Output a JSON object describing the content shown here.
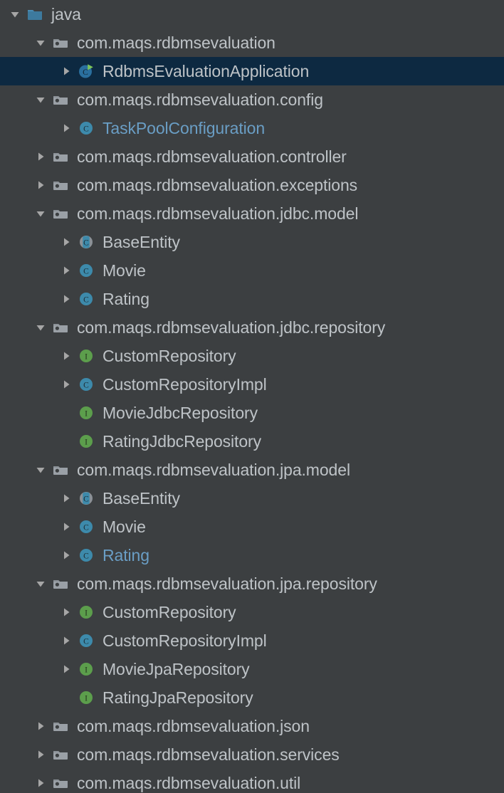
{
  "panel": {
    "name": "project-tree",
    "background": "#3c3f41",
    "selected_background": "#0d2941",
    "text_color": "#bec3c7",
    "modified_text_color": "#6a9ec5"
  },
  "tree": {
    "rows": [
      {
        "label": "java",
        "icon": "source-folder-icon",
        "twisty": "expanded",
        "depth": 0,
        "selected": false,
        "color": "normal"
      },
      {
        "label": "com.maqs.rdbmsevaluation",
        "icon": "package-icon",
        "twisty": "expanded",
        "depth": 1,
        "selected": false,
        "color": "normal"
      },
      {
        "label": "RdbmsEvaluationApplication",
        "icon": "runnable-class-icon",
        "twisty": "collapsed",
        "depth": 2,
        "selected": true,
        "color": "normal"
      },
      {
        "label": "com.maqs.rdbmsevaluation.config",
        "icon": "package-icon",
        "twisty": "expanded",
        "depth": 1,
        "selected": false,
        "color": "normal"
      },
      {
        "label": "TaskPoolConfiguration",
        "icon": "class-icon",
        "twisty": "collapsed",
        "depth": 2,
        "selected": false,
        "color": "blue"
      },
      {
        "label": "com.maqs.rdbmsevaluation.controller",
        "icon": "package-icon",
        "twisty": "collapsed",
        "depth": 1,
        "selected": false,
        "color": "normal"
      },
      {
        "label": "com.maqs.rdbmsevaluation.exceptions",
        "icon": "package-icon",
        "twisty": "collapsed",
        "depth": 1,
        "selected": false,
        "color": "normal"
      },
      {
        "label": "com.maqs.rdbmsevaluation.jdbc.model",
        "icon": "package-icon",
        "twisty": "expanded",
        "depth": 1,
        "selected": false,
        "color": "normal"
      },
      {
        "label": "BaseEntity",
        "icon": "abstract-class-icon",
        "twisty": "collapsed",
        "depth": 2,
        "selected": false,
        "color": "normal"
      },
      {
        "label": "Movie",
        "icon": "class-icon",
        "twisty": "collapsed",
        "depth": 2,
        "selected": false,
        "color": "normal"
      },
      {
        "label": "Rating",
        "icon": "class-icon",
        "twisty": "collapsed",
        "depth": 2,
        "selected": false,
        "color": "normal"
      },
      {
        "label": "com.maqs.rdbmsevaluation.jdbc.repository",
        "icon": "package-icon",
        "twisty": "expanded",
        "depth": 1,
        "selected": false,
        "color": "normal"
      },
      {
        "label": "CustomRepository",
        "icon": "interface-icon",
        "twisty": "collapsed",
        "depth": 2,
        "selected": false,
        "color": "normal"
      },
      {
        "label": "CustomRepositoryImpl",
        "icon": "class-icon",
        "twisty": "collapsed",
        "depth": 2,
        "selected": false,
        "color": "normal"
      },
      {
        "label": "MovieJdbcRepository",
        "icon": "interface-icon",
        "twisty": "none",
        "depth": 2,
        "selected": false,
        "color": "normal"
      },
      {
        "label": "RatingJdbcRepository",
        "icon": "interface-icon",
        "twisty": "none",
        "depth": 2,
        "selected": false,
        "color": "normal"
      },
      {
        "label": "com.maqs.rdbmsevaluation.jpa.model",
        "icon": "package-icon",
        "twisty": "expanded",
        "depth": 1,
        "selected": false,
        "color": "normal"
      },
      {
        "label": "BaseEntity",
        "icon": "abstract-class-icon",
        "twisty": "collapsed",
        "depth": 2,
        "selected": false,
        "color": "normal"
      },
      {
        "label": "Movie",
        "icon": "class-icon",
        "twisty": "collapsed",
        "depth": 2,
        "selected": false,
        "color": "normal"
      },
      {
        "label": "Rating",
        "icon": "class-icon",
        "twisty": "collapsed",
        "depth": 2,
        "selected": false,
        "color": "blue"
      },
      {
        "label": "com.maqs.rdbmsevaluation.jpa.repository",
        "icon": "package-icon",
        "twisty": "expanded",
        "depth": 1,
        "selected": false,
        "color": "normal"
      },
      {
        "label": "CustomRepository",
        "icon": "interface-icon",
        "twisty": "collapsed",
        "depth": 2,
        "selected": false,
        "color": "normal"
      },
      {
        "label": "CustomRepositoryImpl",
        "icon": "class-icon",
        "twisty": "collapsed",
        "depth": 2,
        "selected": false,
        "color": "normal"
      },
      {
        "label": "MovieJpaRepository",
        "icon": "interface-icon",
        "twisty": "collapsed",
        "depth": 2,
        "selected": false,
        "color": "normal"
      },
      {
        "label": "RatingJpaRepository",
        "icon": "interface-icon",
        "twisty": "none",
        "depth": 2,
        "selected": false,
        "color": "normal"
      },
      {
        "label": "com.maqs.rdbmsevaluation.json",
        "icon": "package-icon",
        "twisty": "collapsed",
        "depth": 1,
        "selected": false,
        "color": "normal"
      },
      {
        "label": "com.maqs.rdbmsevaluation.services",
        "icon": "package-icon",
        "twisty": "collapsed",
        "depth": 1,
        "selected": false,
        "color": "normal"
      },
      {
        "label": "com.maqs.rdbmsevaluation.util",
        "icon": "package-icon",
        "twisty": "collapsed",
        "depth": 1,
        "selected": false,
        "color": "normal"
      }
    ]
  }
}
